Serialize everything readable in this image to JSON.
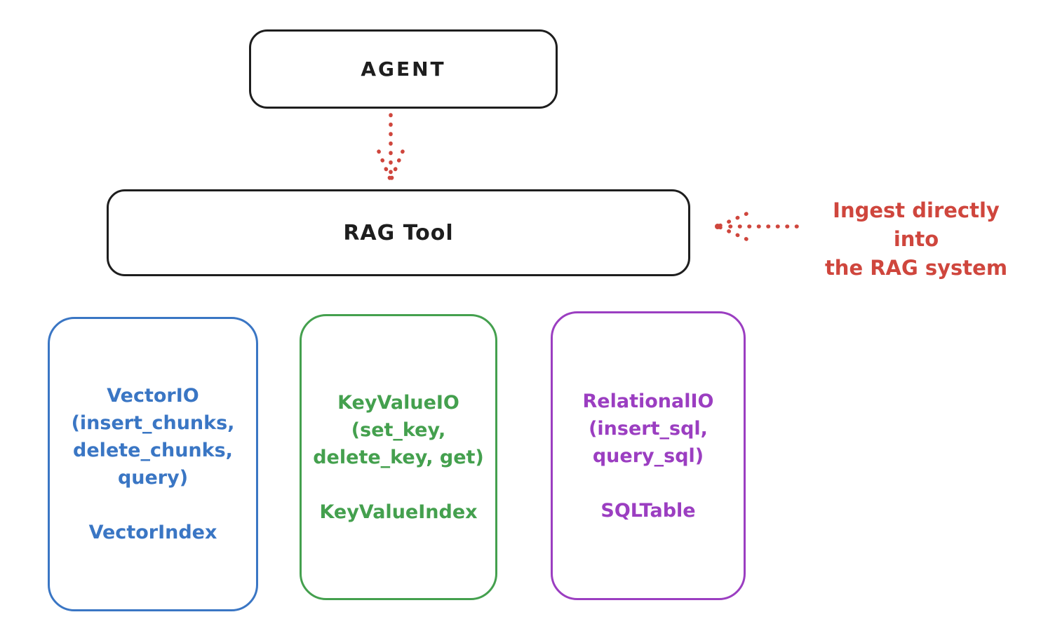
{
  "colors": {
    "ink": "#1e1e1e",
    "red": "#cf463d",
    "blue": "#3a76c4",
    "green": "#44a04e",
    "purple": "#9b3ec1"
  },
  "agent": {
    "label": "AGENT"
  },
  "rag_tool": {
    "label": "RAG Tool"
  },
  "annotation": {
    "line1": "Ingest directly into",
    "line2": "the RAG system"
  },
  "arrows": [
    {
      "name": "agent-to-rag-dotted-arrow",
      "direction": "down"
    },
    {
      "name": "ingest-dotted-arrow",
      "direction": "left"
    }
  ],
  "storage": [
    {
      "lines": [
        "VectorIO",
        "(insert_chunks,",
        "delete_chunks,",
        "query)"
      ],
      "index": "VectorIndex"
    },
    {
      "lines": [
        "KeyValueIO",
        "(set_key,",
        "delete_key, get)"
      ],
      "index": "KeyValueIndex"
    },
    {
      "lines": [
        "RelationalIO",
        "(insert_sql,",
        "query_sql)"
      ],
      "index": "SQLTable"
    }
  ]
}
